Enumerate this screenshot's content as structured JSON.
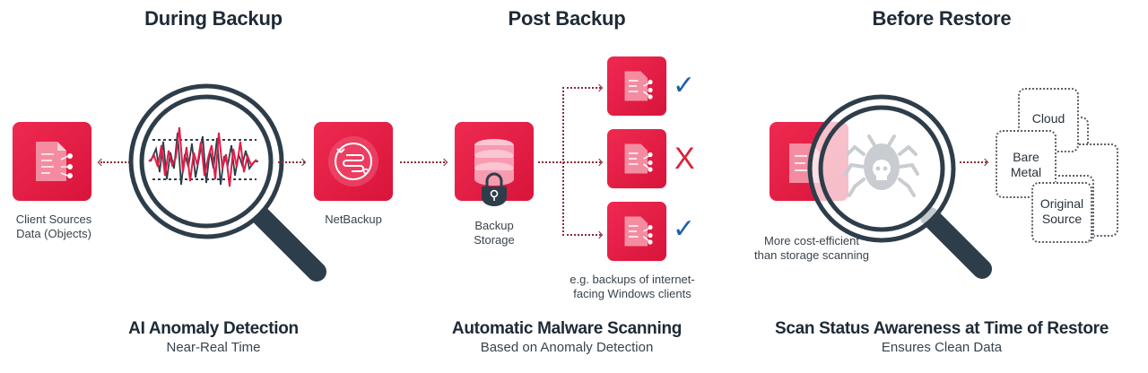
{
  "sections": [
    {
      "heading": "During Backup",
      "bottom_title": "AI Anomaly Detection",
      "bottom_subtitle": "Near-Real Time",
      "nodes": {
        "client": {
          "label_line1": "Client Sources",
          "label_line2": "Data (Objects)",
          "icon": "document-icon"
        },
        "netbackup": {
          "label": "NetBackup",
          "icon": "netbackup-icon"
        }
      },
      "magnifier_content": "anomaly-waveform"
    },
    {
      "heading": "Post Backup",
      "bottom_title": "Automatic Malware Scanning",
      "bottom_subtitle": "Based on Anomaly Detection",
      "nodes": {
        "storage": {
          "label_line1": "Backup",
          "label_line2": "Storage",
          "icon": "database-lock-icon"
        }
      },
      "scan_results": [
        {
          "icon": "document-icon",
          "status": "clean",
          "mark": "✓"
        },
        {
          "icon": "document-icon",
          "status": "infected",
          "mark": "X"
        },
        {
          "icon": "document-icon",
          "status": "clean",
          "mark": "✓"
        }
      ],
      "note_line1": "e.g. backups of internet-",
      "note_line2": "facing Windows clients"
    },
    {
      "heading": "Before Restore",
      "bottom_title": "Scan Status Awareness at Time of Restore",
      "bottom_subtitle": "Ensures Clean Data",
      "note_line1": "More cost-efficient",
      "note_line2": "than storage scanning",
      "restore_targets": [
        {
          "label_line1": "Cloud",
          "label_line2": ""
        },
        {
          "label_line1": "Bare",
          "label_line2": "Metal"
        },
        {
          "label_line1": "Original",
          "label_line2": "Source"
        }
      ]
    }
  ],
  "colors": {
    "brand_red": "#e11d48",
    "check_blue": "#1a5fb4",
    "x_red": "#d8243a",
    "magnifier": "#2e3d4a",
    "heading_text": "#1e2a36"
  }
}
